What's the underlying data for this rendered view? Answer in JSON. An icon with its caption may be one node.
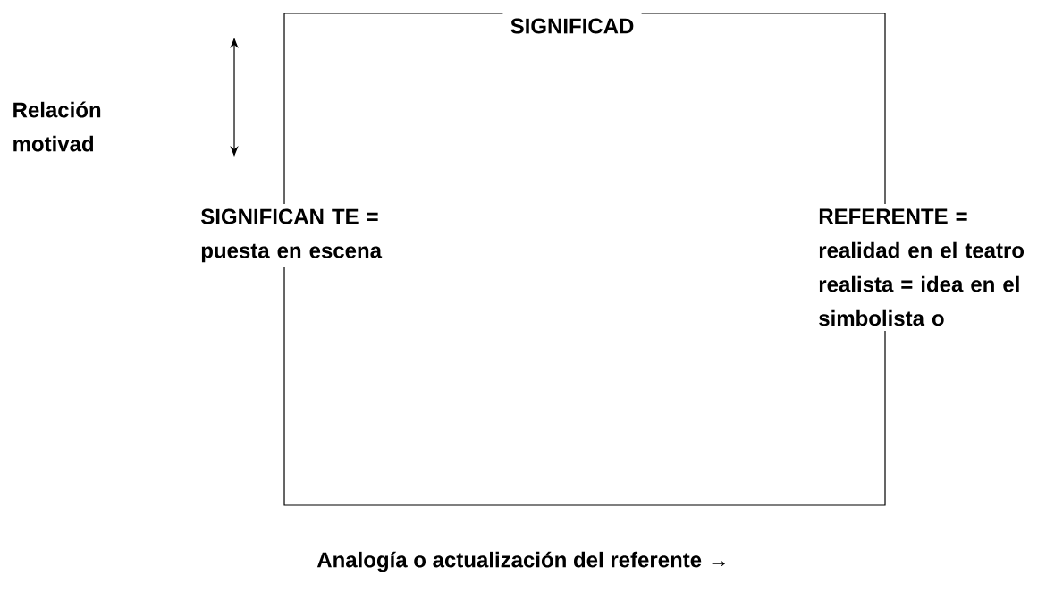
{
  "diagram": {
    "nodes": [
      {
        "text": [
          "SIGNIFICAD"
        ]
      },
      {
        "text": [
          "SIGNIFICAN TE = puesta en escena"
        ]
      },
      {
        "text": [
          "REFERENTE = realidad en el teatro realista = idea en el simbolista o"
        ]
      }
    ],
    "edges": [
      {
        "from": 0,
        "to": 1,
        "arrow": "none"
      },
      {
        "from": 0,
        "to": 2,
        "arrow": "none"
      },
      {
        "from": 1,
        "to": 2,
        "arrow": "none"
      }
    ],
    "labels": [
      "Relación motivad",
      "Analogía o actualización del referente →"
    ]
  }
}
